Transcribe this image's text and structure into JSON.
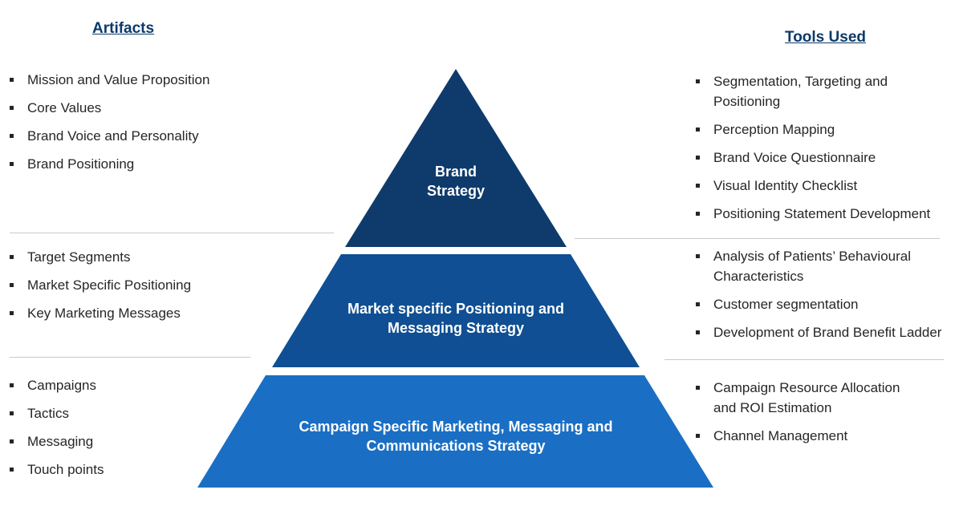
{
  "headings": {
    "artifacts": "Artifacts",
    "tools": "Tools Used"
  },
  "artifacts": {
    "top": [
      "Mission and Value Proposition",
      "Core Values",
      "Brand Voice and Personality",
      "Brand Positioning"
    ],
    "middle": [
      "Target Segments",
      "Market Specific Positioning",
      "Key Marketing Messages"
    ],
    "bottom": [
      "Campaigns",
      "Tactics",
      "Messaging",
      "Touch points"
    ]
  },
  "tools": {
    "top": [
      "Segmentation, Targeting and Positioning",
      " Perception Mapping",
      " Brand Voice Questionnaire",
      " Visual Identity Checklist",
      " Positioning Statement Development"
    ],
    "middle": [
      "Analysis of Patients’ Behavioural Characteristics",
      "Customer segmentation",
      "Development of Brand Benefit Ladder"
    ],
    "bottom": [
      "Campaign Resource Allocation and ROI Estimation",
      " Channel Management"
    ]
  },
  "pyramid": {
    "top": {
      "line1": "Brand",
      "line2": "Strategy",
      "color": "#0f3b6c"
    },
    "middle": {
      "line1": "Market specific Positioning and",
      "line2": "Messaging Strategy",
      "color": "#104f93"
    },
    "bottom": {
      "line1": "Campaign Specific Marketing, Messaging and",
      "line2": "Communications Strategy",
      "color": "#1a6fc4"
    }
  }
}
